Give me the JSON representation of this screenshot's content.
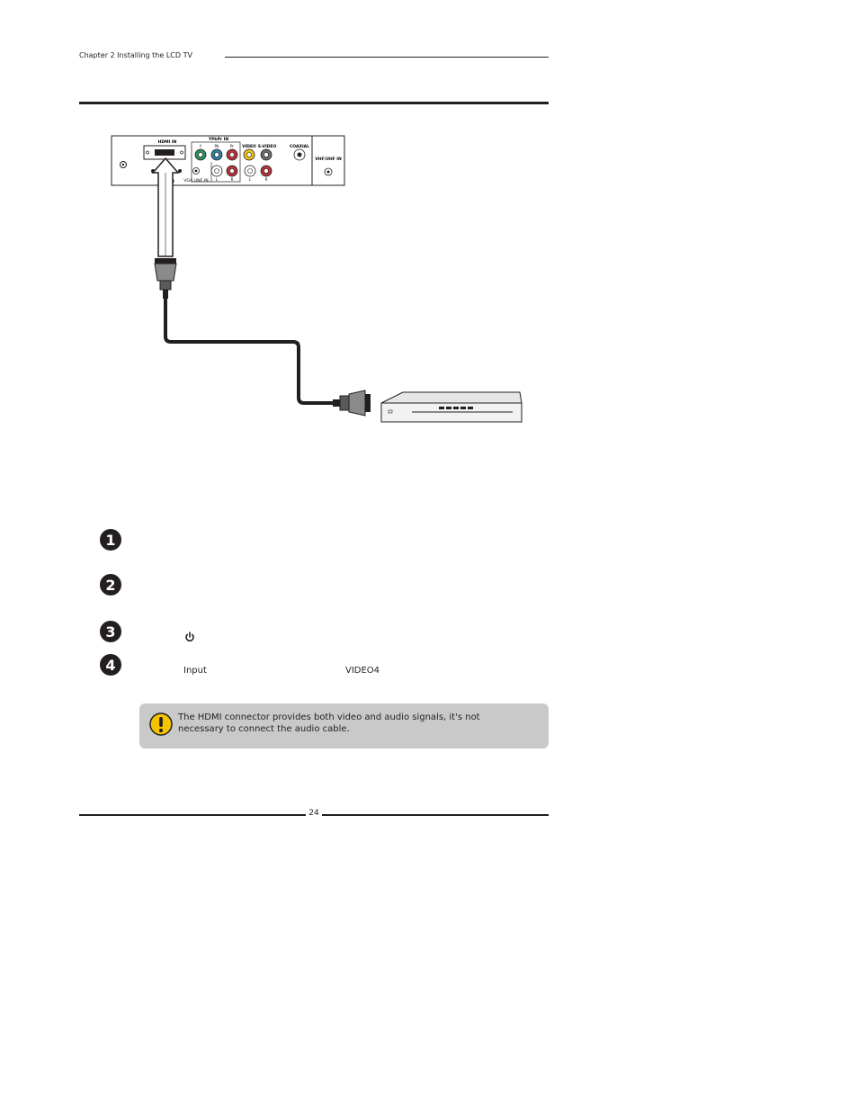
{
  "header": {
    "chapter": "Chapter 2 Installing the LCD TV"
  },
  "panel": {
    "hdmi": "HDMI IN",
    "vga": "VGA IN",
    "vga_line": "VGA LINE IN",
    "ypbpr": "YPbPr IN",
    "y": "Y",
    "pb": "Pb",
    "pr": "Pr",
    "video": "VIDEO",
    "svideo": "S-VIDEO",
    "coaxial": "COAXIAL",
    "vhf": "VHF/UHF IN",
    "l1": "L",
    "r1": "R",
    "l2": "L",
    "r2": "R"
  },
  "steps": [
    {
      "num": "1",
      "text": ""
    },
    {
      "num": "2",
      "text": ""
    },
    {
      "num": "3",
      "text": ""
    },
    {
      "num": "4",
      "text": ""
    }
  ],
  "step3_icon": "power-icon",
  "step4": {
    "input_label": "Input",
    "source_label": "VIDEO4"
  },
  "note": {
    "icon": "warning-icon",
    "text_line1": "The HDMI connector provides both video and audio signals, it's not",
    "text_line2": "necessary to connect the audio cable."
  },
  "footer": {
    "page_number": "24"
  },
  "colors": {
    "green_jack": "#2f8f5a",
    "blue_jack": "#2f7fa0",
    "red_jack": "#b5343a",
    "yellow_jack": "#e8c21a",
    "note_bg": "#c9c9c9",
    "warning_yellow": "#f5c400"
  }
}
